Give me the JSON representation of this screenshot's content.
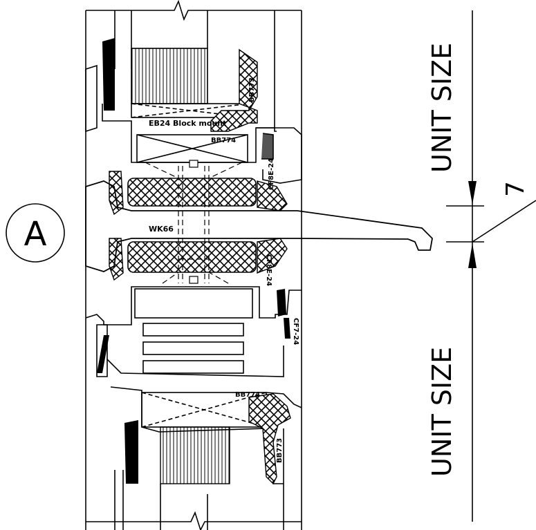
{
  "diagram": {
    "callout_letter": "A",
    "dimension_upper": "UNIT SIZE",
    "dimension_lower": "UNIT SIZE",
    "gap_value": "7",
    "parts": {
      "wk66": "WK66",
      "bb773_top": "BB773",
      "bb773_bottom": "BB773",
      "bb774_top": "BB774",
      "bb774_bottom": "BB774",
      "eb24_block": "EB24 Block mount",
      "cf8e_top": "CF8E-24",
      "cf8e_mid": "CF8E-24",
      "cf7": "CF7-24"
    }
  },
  "colors": {
    "ink": "#000000",
    "paper": "#ffffff"
  }
}
